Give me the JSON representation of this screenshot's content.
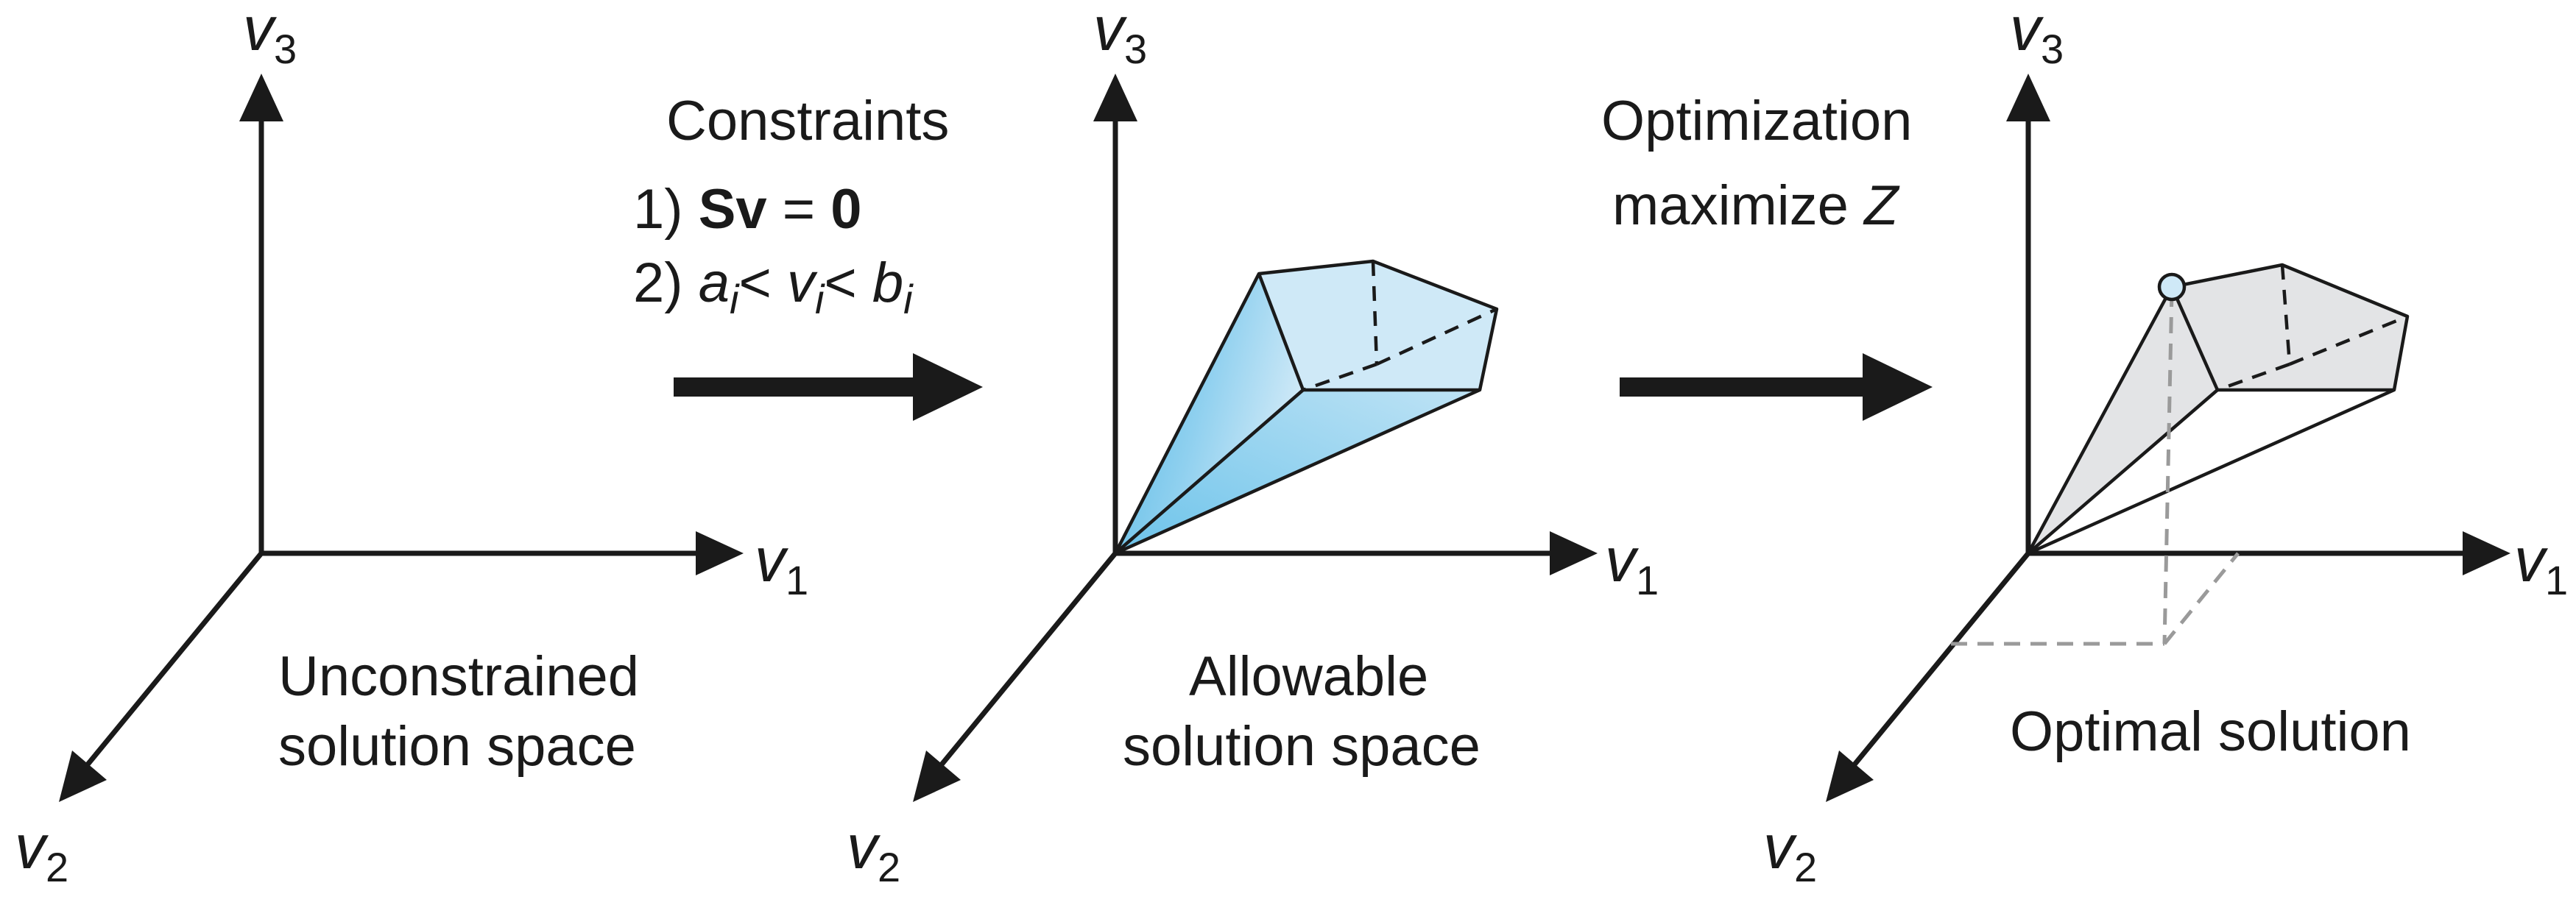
{
  "axis_labels": {
    "v1": "v",
    "v1_sub": "1",
    "v2": "v",
    "v2_sub": "2",
    "v3": "v",
    "v3_sub": "3"
  },
  "panels": [
    {
      "caption_line1": "Unconstrained",
      "caption_line2": "solution space"
    },
    {
      "caption_line1": "Allowable",
      "caption_line2": "solution space"
    },
    {
      "caption_line1": "Optimal solution",
      "caption_line2": ""
    }
  ],
  "step1": {
    "title": "Constraints",
    "constraint1": {
      "prefix": "1) ",
      "lhs": "Sv",
      "eq": " = ",
      "rhs": "0"
    },
    "constraint2": {
      "prefix": "2) ",
      "a": "a",
      "a_sub": "i",
      "lt1": "< ",
      "v": "v",
      "v_sub": "i",
      "lt2": "< ",
      "b": "b",
      "b_sub": "i"
    }
  },
  "step2": {
    "title": "Optimization",
    "line2_text": "maximize ",
    "line2_var": "Z"
  },
  "colors": {
    "allowable_fill_light": "#cfe9f7",
    "allowable_fill_dark": "#5bbde6",
    "optimal_fill": "#e3e4e6",
    "optimal_point": "#cfe9f7",
    "projection_line": "#9a9a9a"
  }
}
